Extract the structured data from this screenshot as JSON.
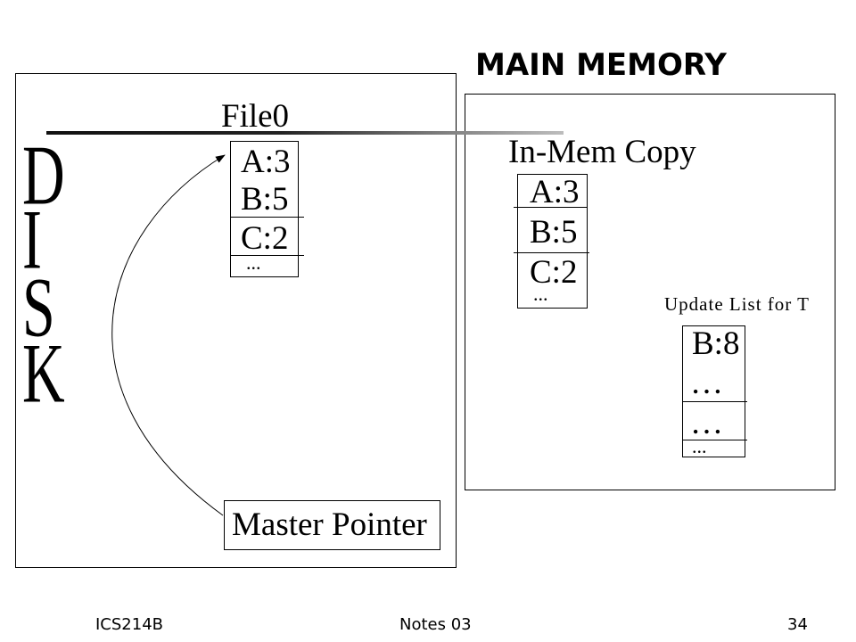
{
  "title": "MAIN MEMORY",
  "disk": {
    "letters": [
      "D",
      "I",
      "S",
      "K"
    ],
    "file_label": "File0",
    "file_cells": [
      "A:3",
      "B:5",
      "C:2",
      "..."
    ],
    "master_pointer": "Master Pointer"
  },
  "memory": {
    "copy_label": "In-Mem Copy",
    "copy_cells": [
      "A:3",
      "B:5",
      "C:2",
      "..."
    ],
    "update_label": "Update List for T",
    "update_cells": [
      "B:8",
      "…",
      "…",
      "..."
    ]
  },
  "footer": {
    "course": "ICS214B",
    "notes": "Notes 03",
    "page": "34"
  }
}
